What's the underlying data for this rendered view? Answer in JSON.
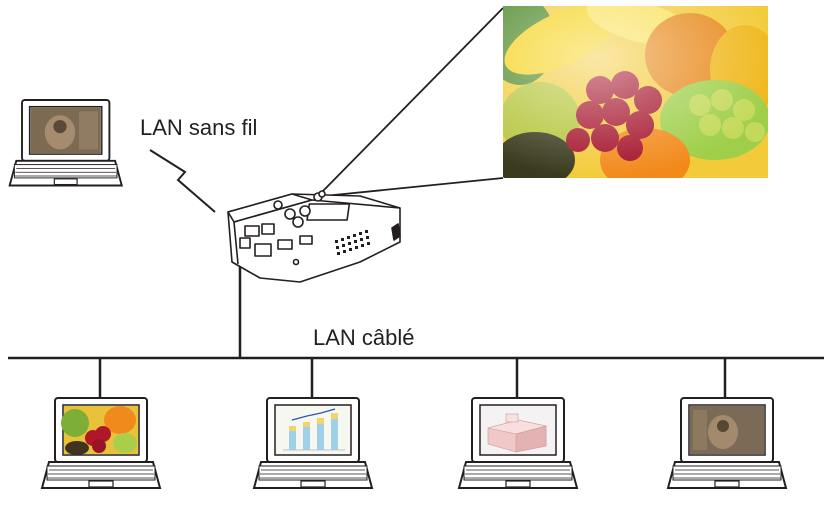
{
  "labels": {
    "wireless": "LAN sans fil",
    "wired": "LAN câblé"
  },
  "colors": {
    "line": "#231f20",
    "laptop_body": "#ffffff",
    "fruit_orange": "#f08a1c",
    "fruit_green": "#8cc63f",
    "fruit_red": "#b0182a",
    "fruit_yellow": "#f2c919",
    "fruit_purple": "#5b1e3c"
  },
  "devices": [
    {
      "id": "wireless-laptop",
      "screen": "photo-monkey"
    },
    {
      "id": "laptop-1",
      "screen": "fruit-photo"
    },
    {
      "id": "laptop-2",
      "screen": "bar-chart"
    },
    {
      "id": "laptop-3",
      "screen": "3d-blocks"
    },
    {
      "id": "laptop-4",
      "screen": "photo-monkey"
    }
  ],
  "icons": [
    "laptop-icon",
    "projector-icon",
    "wireless-signal-icon",
    "projected-image"
  ]
}
